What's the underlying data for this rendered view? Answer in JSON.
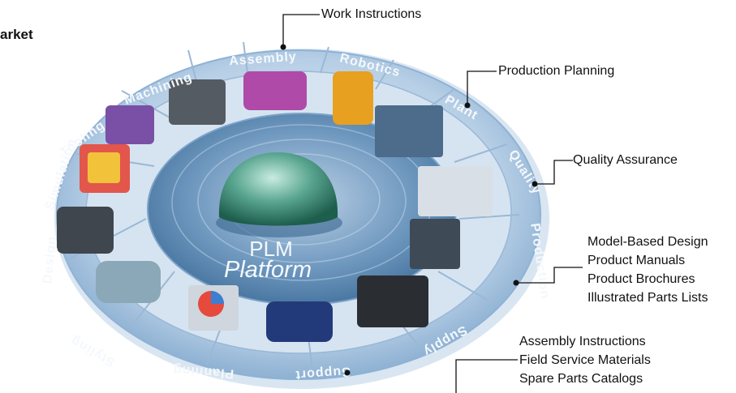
{
  "corner_text": "arket",
  "hub": {
    "line1": "PLM",
    "line2": "Platform"
  },
  "ring_labels": {
    "assembly": "Assembly",
    "robotics": "Robotics",
    "machining": "Machining",
    "tooling": "Tooling",
    "plant": "Plant",
    "quality": "Quality",
    "simulation": "Simulation",
    "production": "Production",
    "design": "Design",
    "supply": "Supply",
    "styling": "Styling",
    "support": "Support",
    "planning": "Planning"
  },
  "callouts": {
    "work_instructions": "Work Instructions",
    "production_planning": "Production Planning",
    "quality_assurance": "Quality Assurance",
    "production_docs": [
      "Model-Based Design",
      "Product Manuals",
      "Product Brochures",
      "Illustrated Parts Lists"
    ],
    "support_docs": [
      "Assembly Instructions",
      "Field Service Materials",
      "Spare Parts Catalogs"
    ]
  },
  "colors": {
    "ring": "#a9c6e2",
    "ring_dark": "#5f8db8",
    "hub_dome": "#4e9a87",
    "text_light": "#f4f8fc"
  }
}
